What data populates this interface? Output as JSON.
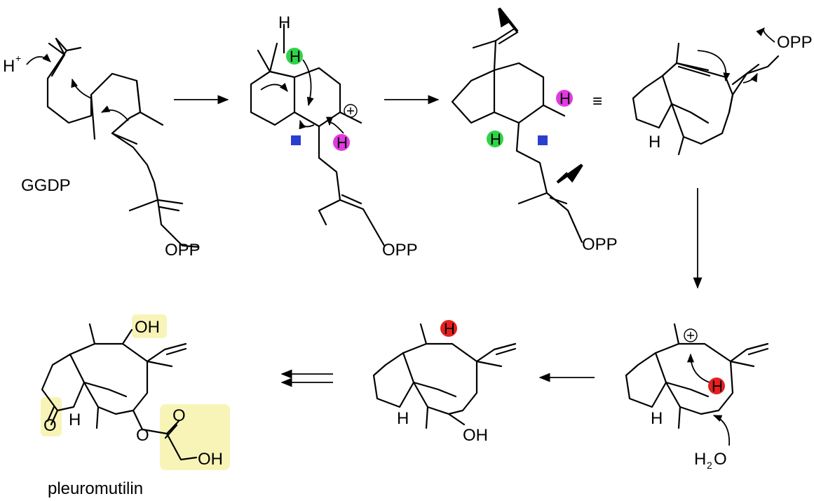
{
  "labels": {
    "proton": "H",
    "proton_charge": "+",
    "ggdp": "GGDP",
    "opp": "OPP",
    "h": "H",
    "oh": "OH",
    "o": "O",
    "water": "H",
    "water_sub": "2",
    "water_o": "O",
    "equiv": "≡",
    "pleuromutilin": "pleuromutilin"
  },
  "colors": {
    "green": "#2fd34a",
    "magenta": "#e03adf",
    "blue": "#2b3fcf",
    "red": "#e52020",
    "yellow": "#f8f4b8"
  }
}
